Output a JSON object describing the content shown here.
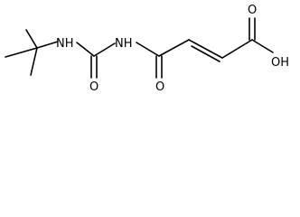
{
  "diagram": {
    "type": "chemical-structure",
    "atom_labels": {
      "nh_left": "NH",
      "nh_right": "NH",
      "o_urea": "O",
      "o_amide": "O",
      "o_acid": "O",
      "oh_acid": "OH"
    },
    "colors": {
      "bond": "#000000",
      "label": "#000000",
      "background": "#ffffff"
    }
  }
}
